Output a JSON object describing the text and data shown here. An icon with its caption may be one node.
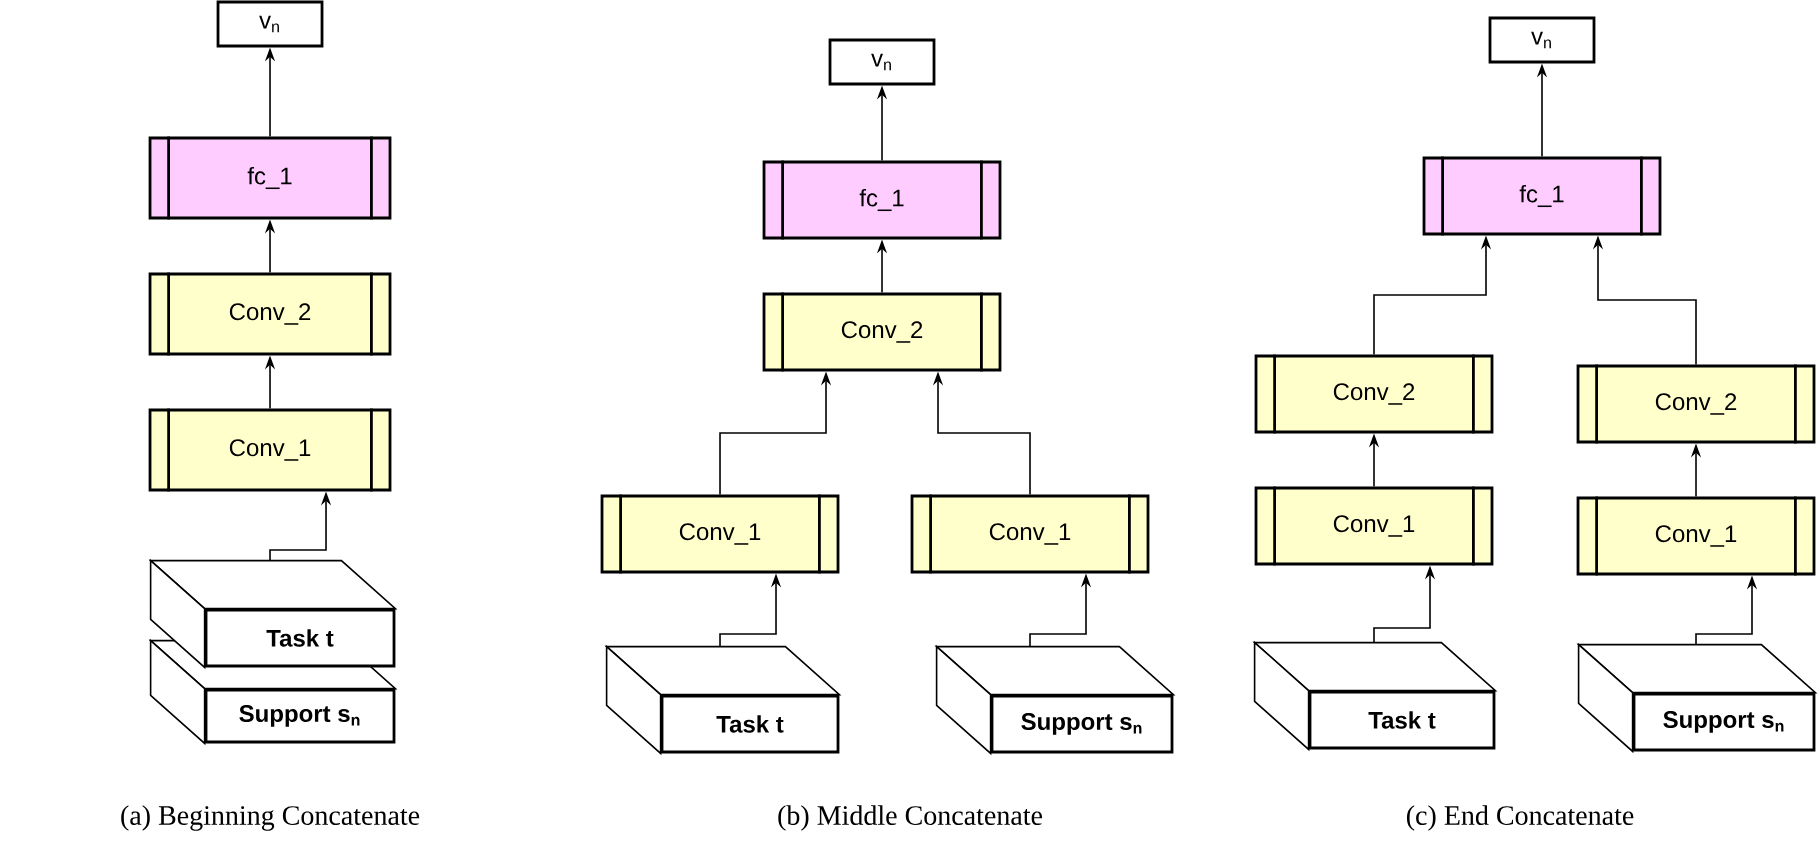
{
  "diagram": {
    "nodes": [
      {
        "text": [
          "v$_{n}$"
        ]
      },
      {
        "text": [
          "fc_1"
        ]
      },
      {
        "text": [
          "Conv_2"
        ]
      },
      {
        "text": [
          "Conv_1"
        ]
      },
      {
        "text": [
          "Task t"
        ]
      },
      {
        "text": [
          "Support s$_{n}$"
        ]
      },
      {
        "text": [
          "v$_{n}$"
        ]
      },
      {
        "text": [
          "fc_1"
        ]
      },
      {
        "text": [
          "Conv_2"
        ]
      },
      {
        "text": [
          "Conv_1"
        ]
      },
      {
        "text": [
          "Conv_1"
        ]
      },
      {
        "text": [
          "Task t"
        ]
      },
      {
        "text": [
          "Support s$_{n}$"
        ]
      },
      {
        "text": [
          "v$_{n}$"
        ]
      },
      {
        "text": [
          "fc_1"
        ]
      },
      {
        "text": [
          "Conv_2"
        ]
      },
      {
        "text": [
          "Conv_1"
        ]
      },
      {
        "text": [
          "Conv_2"
        ]
      },
      {
        "text": [
          "Conv_1"
        ]
      },
      {
        "text": [
          "Task t"
        ]
      },
      {
        "text": [
          "Support s$_{n}$"
        ]
      }
    ],
    "edges": [
      {
        "from": 1,
        "to": 0,
        "arrow": "to"
      },
      {
        "from": 2,
        "to": 1,
        "arrow": "to"
      },
      {
        "from": 3,
        "to": 2,
        "arrow": "to"
      },
      {
        "from": 4,
        "to": 3,
        "arrow": "to"
      },
      {
        "from": 7,
        "to": 6,
        "arrow": "to"
      },
      {
        "from": 8,
        "to": 7,
        "arrow": "to"
      },
      {
        "from": 9,
        "to": 8,
        "arrow": "to"
      },
      {
        "from": 10,
        "to": 8,
        "arrow": "to"
      },
      {
        "from": 11,
        "to": 9,
        "arrow": "to"
      },
      {
        "from": 12,
        "to": 10,
        "arrow": "to"
      },
      {
        "from": 14,
        "to": 13,
        "arrow": "to"
      },
      {
        "from": 15,
        "to": 14,
        "arrow": "to"
      },
      {
        "from": 17,
        "to": 14,
        "arrow": "to"
      },
      {
        "from": 16,
        "to": 15,
        "arrow": "to"
      },
      {
        "from": 18,
        "to": 17,
        "arrow": "to"
      },
      {
        "from": 19,
        "to": 16,
        "arrow": "to"
      },
      {
        "from": 20,
        "to": 18,
        "arrow": "to"
      }
    ],
    "labels": [
      "(a) Beginning Concatenate",
      "(b) Middle Concatenate",
      "(c) End Concatenate"
    ]
  }
}
